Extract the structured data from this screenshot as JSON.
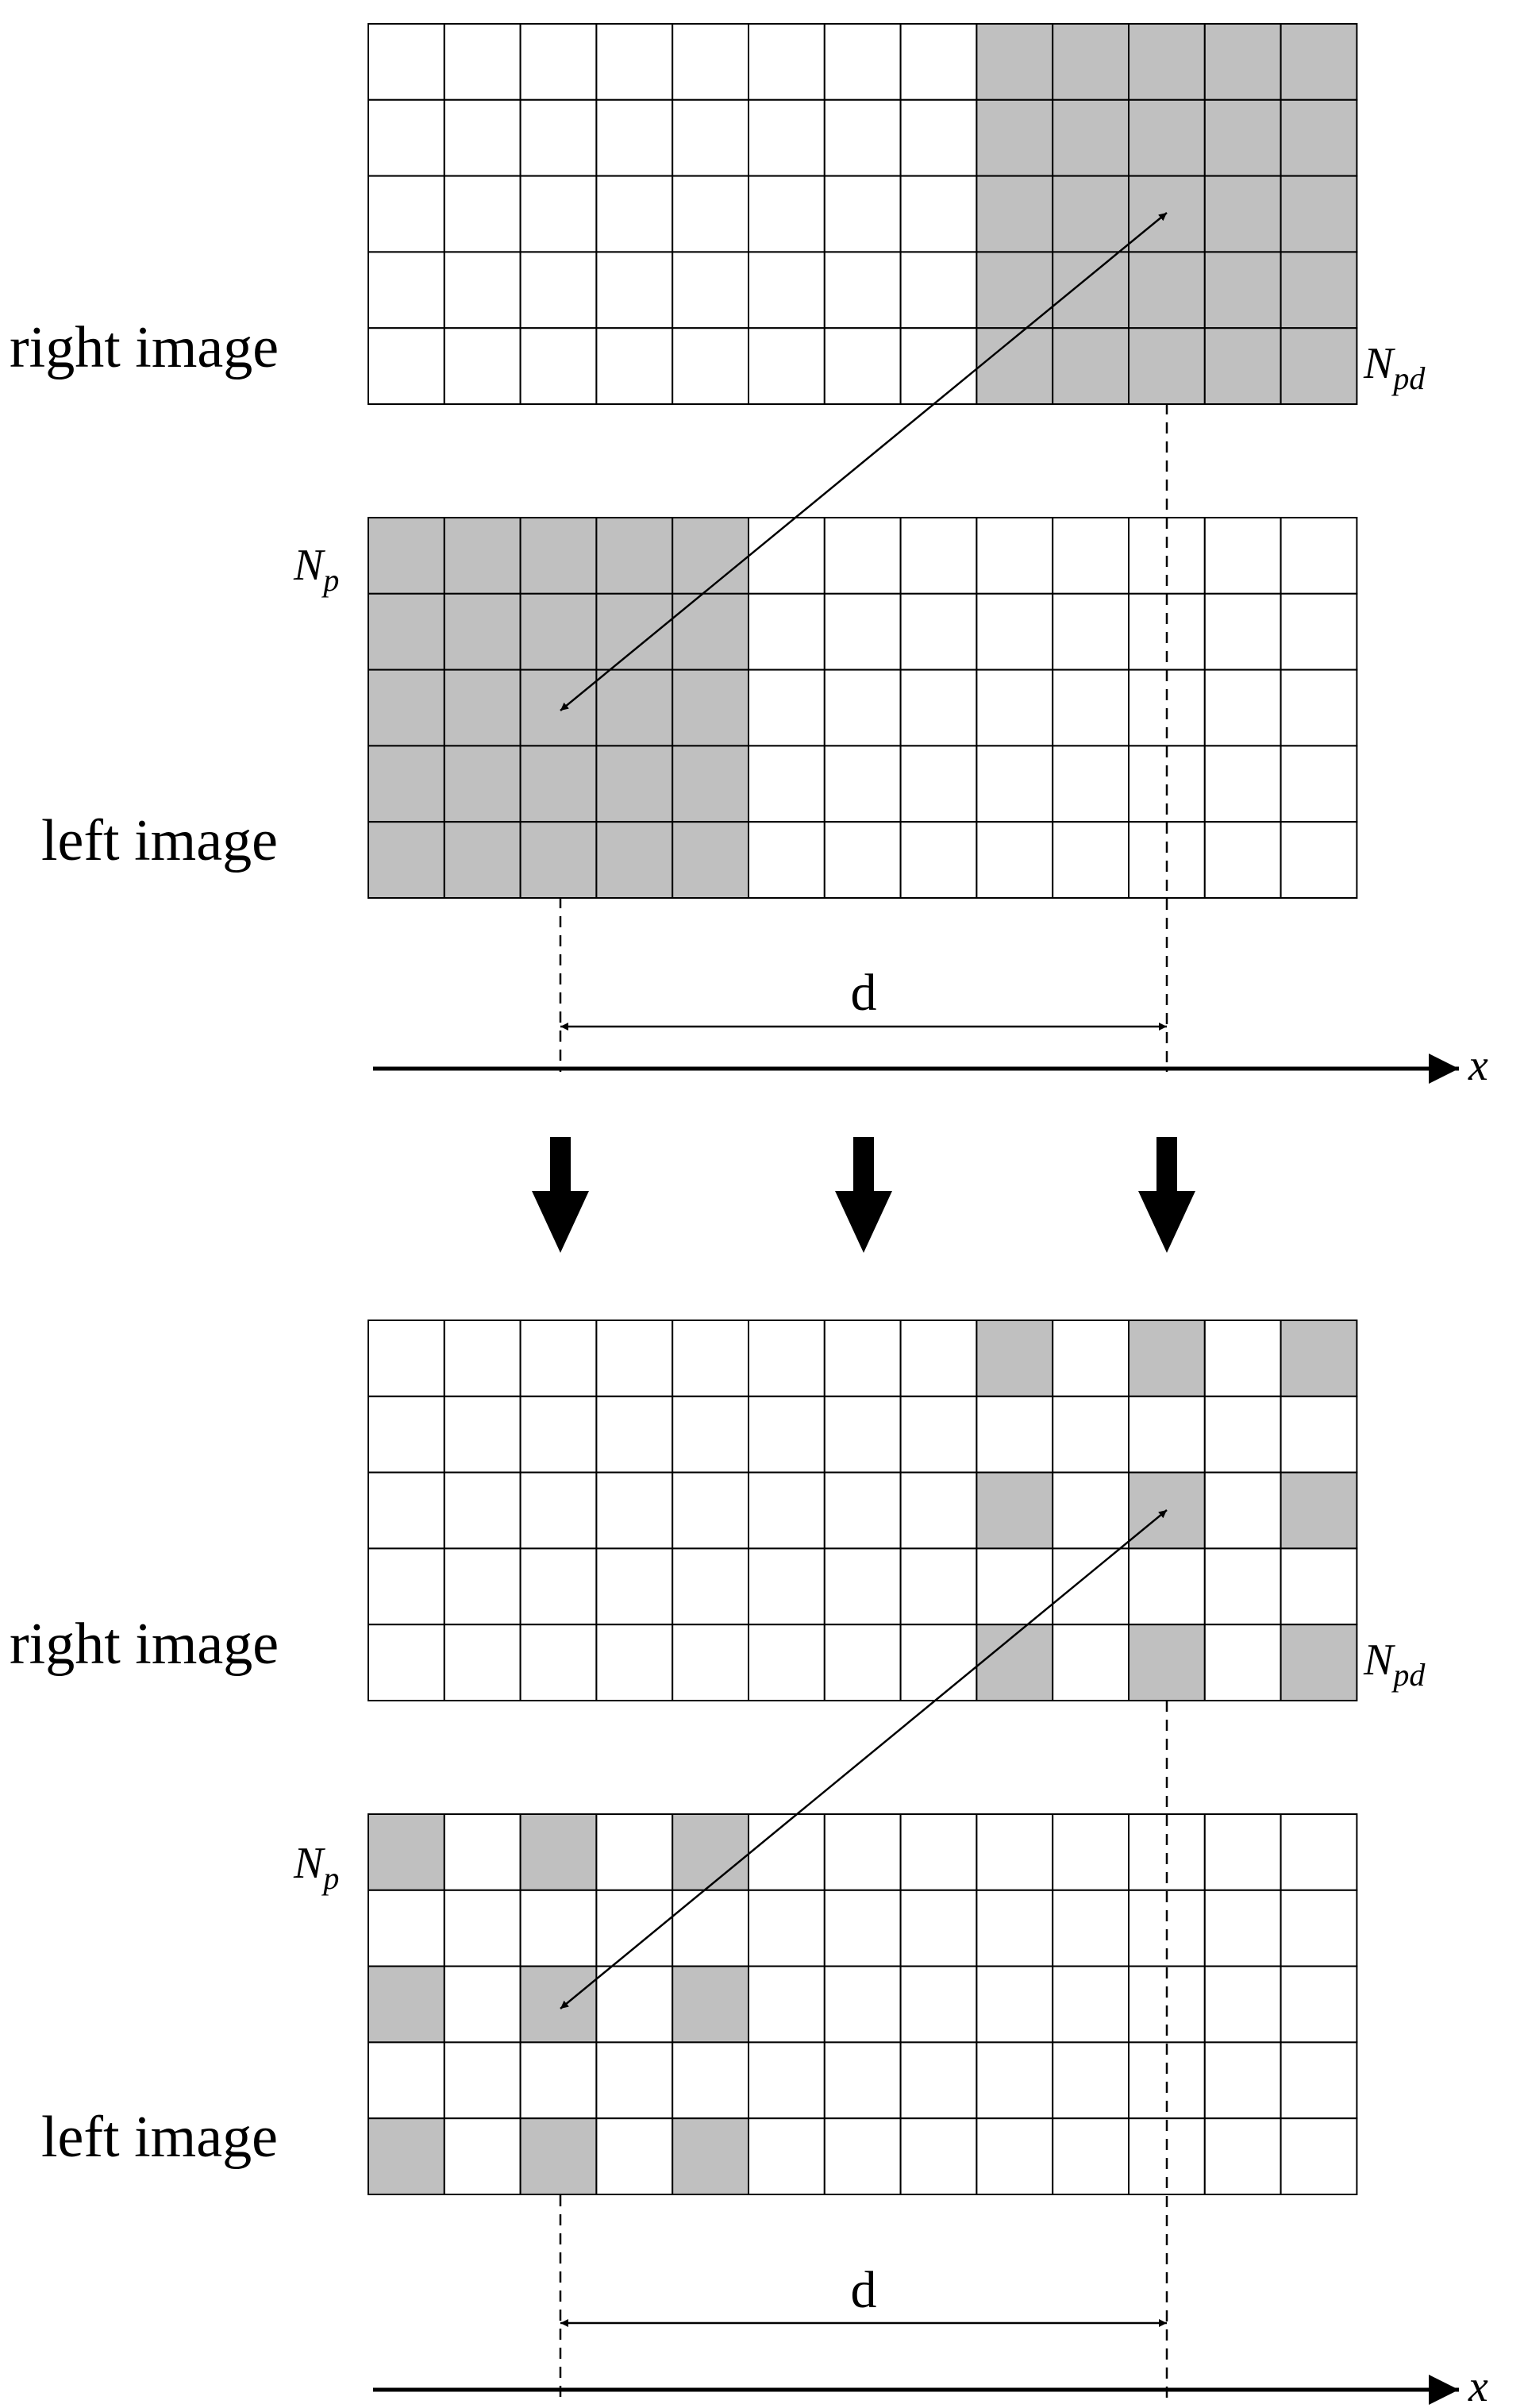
{
  "panels": [
    {
      "id": "dense",
      "right_label": "right image",
      "left_label": "left image",
      "right_window_label": {
        "base": "N",
        "sub": "pd"
      },
      "left_window_label": {
        "base": "N",
        "sub": "p"
      },
      "distance_label": "d",
      "axis_label": "x"
    },
    {
      "id": "sparse",
      "right_label": "right image",
      "left_label": "left image",
      "right_window_label": {
        "base": "N",
        "sub": "pd"
      },
      "left_window_label": {
        "base": "N",
        "sub": "p"
      },
      "distance_label": "d",
      "axis_label": "x"
    }
  ],
  "grid": {
    "cols": 13,
    "rows": 5
  },
  "colors": {
    "shade": "#c0c0c0",
    "line": "#000000",
    "background": "#ffffff"
  }
}
